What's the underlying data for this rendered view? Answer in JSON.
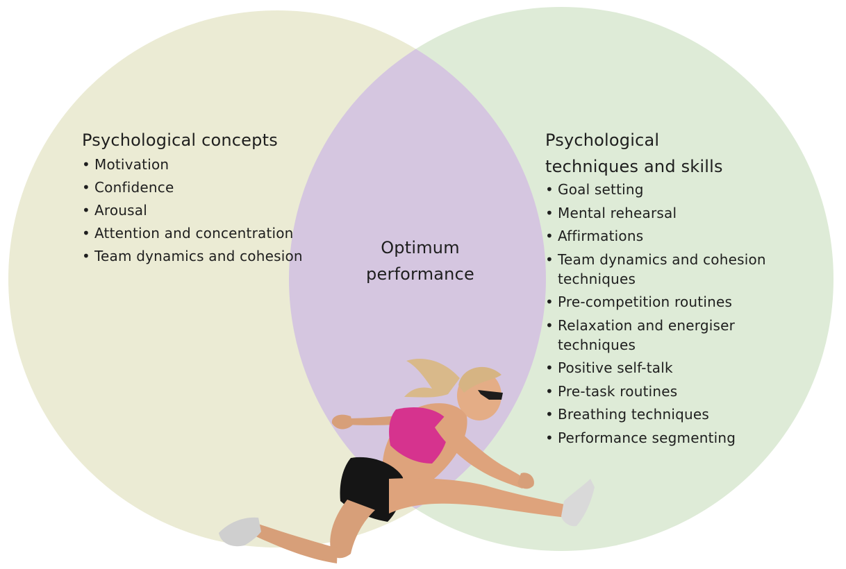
{
  "diagram": {
    "left_set": {
      "heading": "Psychological concepts",
      "items": [
        "Motivation",
        "Confidence",
        "Arousal",
        "Attention and concentration",
        "Team dynamics and cohesion"
      ]
    },
    "right_set": {
      "heading_line1": "Psychological",
      "heading_line2": "techniques and skills",
      "items": [
        "Goal setting",
        "Mental rehearsal",
        "Affirmations",
        "Team dynamics and cohesion techniques",
        "Pre-competition routines",
        "Relaxation and energiser techniques",
        "Positive self-talk",
        "Pre-task routines",
        "Breathing techniques",
        "Performance segmenting"
      ]
    },
    "overlap": {
      "line1": "Optimum",
      "line2": "performance"
    },
    "colors": {
      "left_circle": "#ebebd4",
      "right_circle": "#deebd7",
      "overlap": "#d5c6e0"
    }
  }
}
